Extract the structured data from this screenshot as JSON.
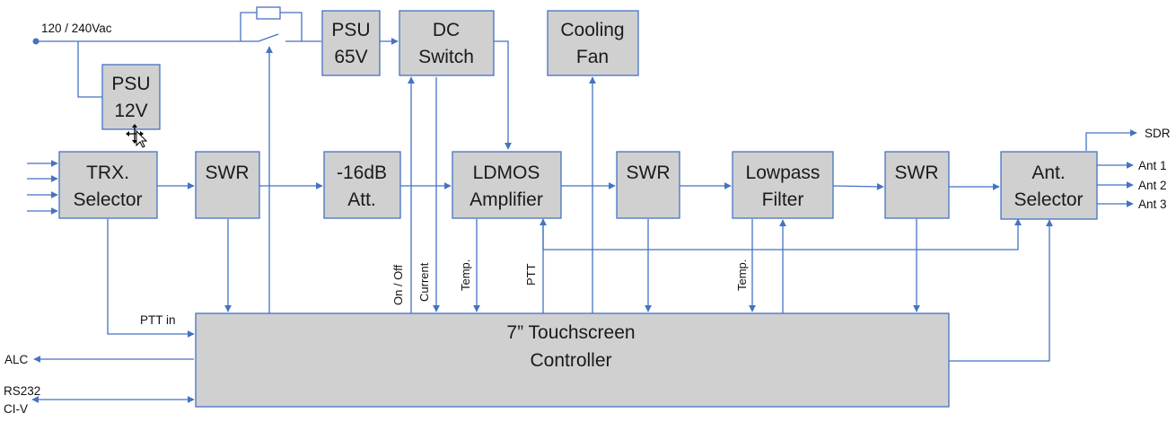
{
  "blocks": {
    "psu65": [
      "PSU",
      "65V"
    ],
    "dc_switch": [
      "DC",
      "Switch"
    ],
    "cooling_fan": [
      "Cooling",
      "Fan"
    ],
    "psu12": [
      "PSU",
      "12V"
    ],
    "trx_selector": [
      "TRX.",
      "Selector"
    ],
    "swr1": [
      "SWR"
    ],
    "attenuator": [
      "-16dB",
      "Att."
    ],
    "ldmos": [
      "LDMOS",
      "Amplifier"
    ],
    "swr2": [
      "SWR"
    ],
    "lowpass": [
      "Lowpass",
      "Filter"
    ],
    "swr3": [
      "SWR"
    ],
    "ant_selector": [
      "Ant.",
      "Selector"
    ],
    "controller": [
      "7” Touchscreen",
      "Controller"
    ]
  },
  "labels": {
    "mains": "120 / 240Vac",
    "sdr": "SDR",
    "ant1": "Ant 1",
    "ant2": "Ant 2",
    "ant3": "Ant 3",
    "ptt_in": "PTT in",
    "alc": "ALC",
    "rs232": "RS232",
    "civ": "CI-V",
    "on_off": "On / Off",
    "current": "Current",
    "temp_amp": "Temp.",
    "ptt": "PTT",
    "temp_filter": "Temp."
  },
  "colors": {
    "line": "#4472c4",
    "block_fill": "#d0d0d0",
    "text": "#1a1a1a"
  }
}
